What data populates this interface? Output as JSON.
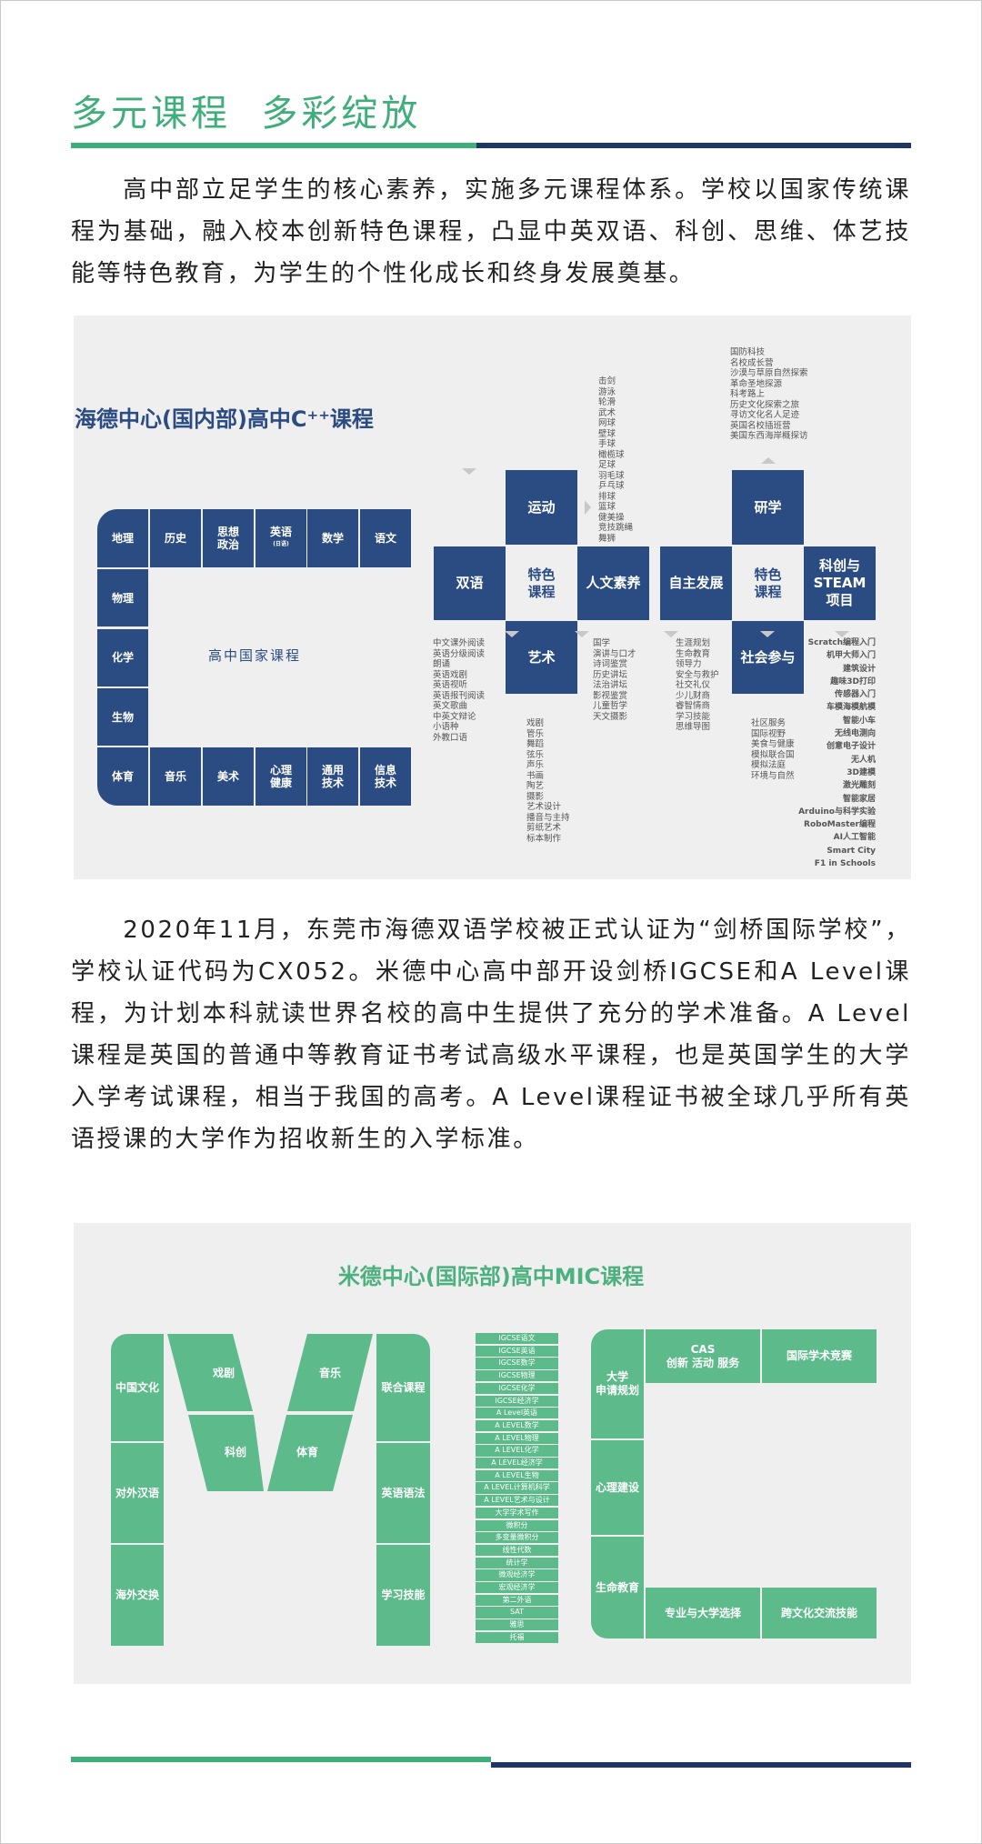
{
  "title": "多元课程  多彩绽放",
  "colors": {
    "green": "#3eae7b",
    "navy": "#2b4c82",
    "mic_green": "#5dba8b"
  },
  "intro": "高中部立足学生的核心素养，实施多元课程体系。学校以国家传统课程为基础，融入校本创新特色课程，凸显中英双语、科创、思维、体艺技能等特色教育，为学生的个性化成长和终身发展奠基。",
  "domestic": {
    "title": "海德中心(国内部)高中C⁺⁺课程",
    "national_label": "高中国家课程",
    "top_row": [
      "地理",
      "历史",
      "思想\n政治",
      "英语",
      "数学",
      "语文"
    ],
    "english_note": "(日语)",
    "left_col": [
      "物理",
      "化学",
      "生物"
    ],
    "bottom_row": [
      "体育",
      "音乐",
      "美术",
      "心理\n健康",
      "通用\n技术",
      "信息\n技术"
    ],
    "group1": {
      "center": "特色\n课程",
      "top": "运动",
      "left": "双语",
      "right": "人文素养",
      "bottom": "艺术"
    },
    "group2": {
      "center": "特色\n课程",
      "top": "研学",
      "left": "自主发展",
      "right": "科创与\nSTEAM\n项目",
      "bottom": "社会参与"
    },
    "lists": {
      "sports": [
        "击剑",
        "游泳",
        "轮滑",
        "武术",
        "网球",
        "壁球",
        "手球",
        "橄榄球",
        "足球",
        "羽毛球",
        "乒乓球",
        "排球",
        "篮球",
        "健美操",
        "竞技跳绳",
        "舞狮"
      ],
      "study_tour": [
        "国防科技",
        "名校成长营",
        "沙漠与草原自然探索",
        "革命圣地探源",
        "科考路上",
        "历史文化探索之旅",
        "寻访文化名人足迹",
        "英国名校插班营",
        "美国东西海岸概探访"
      ],
      "bilingual": [
        "中文课外阅读",
        "英语分级阅读",
        "朗诵",
        "英语戏剧",
        "英语视听",
        "英语报刊阅读",
        "英文歌曲",
        "中英文辩论",
        "小语种",
        "外教口语"
      ],
      "art": [
        "戏剧",
        "管乐",
        "舞蹈",
        "弦乐",
        "声乐",
        "书画",
        "陶艺",
        "摄影",
        "艺术设计",
        "播音与主持",
        "剪纸艺术",
        "标本制作"
      ],
      "humanities": [
        "国学",
        "演讲与口才",
        "诗词鉴赏",
        "历史讲坛",
        "法治讲坛",
        "影视鉴赏",
        "儿童哲学",
        "天文摄影"
      ],
      "self_dev": [
        "生涯规划",
        "生命教育",
        "领导力",
        "安全与救护",
        "社交礼仪",
        "少儿财商",
        "睿智情商",
        "学习技能",
        "思维导图"
      ],
      "social": [
        "社区服务",
        "国际视野",
        "美食与健康",
        "模拟联合国",
        "模拟法庭",
        "环境与自然"
      ],
      "steam": [
        "Scratch编程入门",
        "机甲大师入门",
        "建筑设计",
        "趣味3D打印",
        "传感器入门",
        "车模海模航模",
        "智能小车",
        "无线电测向",
        "创意电子设计",
        "无人机",
        "3D建模",
        "激光雕刻",
        "智能家居",
        "Arduino与科学实验",
        "RoboMaster编程",
        "AI人工智能",
        "Smart City",
        "F1 in Schools"
      ]
    }
  },
  "cambridge": "2020年11月，东莞市海德双语学校被正式认证为“剑桥国际学校”，学校认证代码为CX052。米德中心高中部开设剑桥IGCSE和A Level课程，为计划本科就读世界名校的高中生提供了充分的学术准备。A Level课程是英国的普通中等教育证书考试高级水平课程，也是英国学生的大学入学考试课程，相当于我国的高考。A Level课程证书被全球几乎所有英语授课的大学作为招收新生的入学标准。",
  "mic": {
    "title": "米德中心(国际部)高中MIC课程",
    "m_left": [
      "中国文化",
      "对外汉语",
      "海外交换"
    ],
    "m_diag": [
      "戏剧",
      "科创",
      "音乐",
      "体育"
    ],
    "m_right": [
      "联合课程",
      "英语语法",
      "学习技能"
    ],
    "i_courses": [
      "IGCSE语文",
      "IGCSE英语",
      "IGCSE数学",
      "IGCSE物理",
      "IGCSE化学",
      "IGCSE经济学",
      "A Level英语",
      "A LEVEL数学",
      "A LEVEL物理",
      "A LEVEL化学",
      "A LEVEL经济学",
      "A LEVEL生物",
      "A LEVEL计算机科学",
      "A LEVEL艺术与设计",
      "大学学术写作",
      "微积分",
      "多变量微积分",
      "线性代数",
      "统计学",
      "微观经济学",
      "宏观经济学",
      "第二外语",
      "SAT",
      "雅思",
      "托福"
    ],
    "c_left": [
      "大学\n申请规划",
      "心理建设",
      "生命教育"
    ],
    "c_top": [
      "CAS\n创新 活动 服务",
      "国际学术竞赛"
    ],
    "c_bottom": [
      "专业与大学选择",
      "跨文化交流技能"
    ]
  }
}
